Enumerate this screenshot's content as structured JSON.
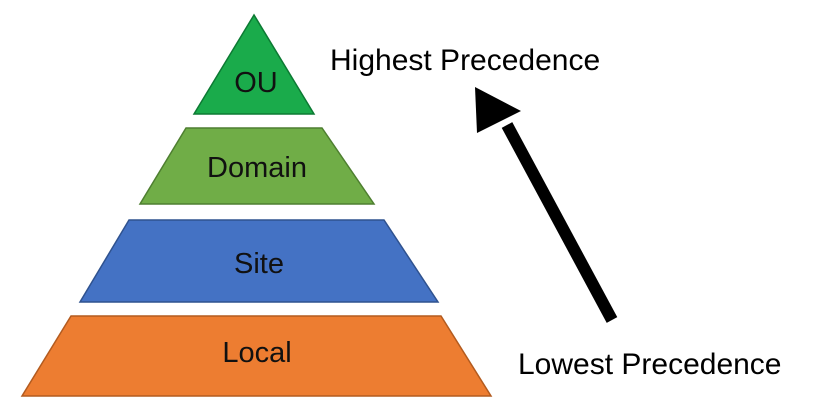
{
  "diagram": {
    "tiers": [
      {
        "id": "ou",
        "label": "OU",
        "fill": "#1aab4b",
        "stroke": "#0c7a33"
      },
      {
        "id": "domain",
        "label": "Domain",
        "fill": "#70ad47",
        "stroke": "#4e7f30"
      },
      {
        "id": "site",
        "label": "Site",
        "fill": "#4472c4",
        "stroke": "#2f528f"
      },
      {
        "id": "local",
        "label": "Local",
        "fill": "#ed7d31",
        "stroke": "#b35b1f"
      }
    ],
    "highest_label": "Highest Precedence",
    "lowest_label": "Lowest Precedence",
    "arrow_color": "#000000",
    "arrow_icon": "arrow-up-left-icon"
  }
}
